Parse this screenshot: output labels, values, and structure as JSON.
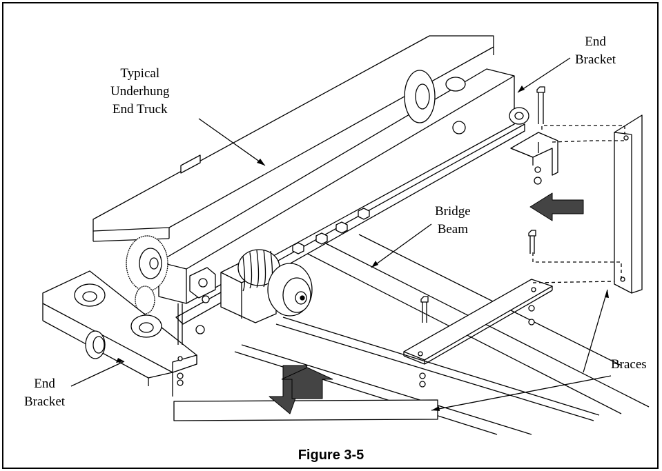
{
  "labels": {
    "end_bracket_top_line1": "End",
    "end_bracket_top_line2": "Bracket",
    "end_truck_line1": "Typical",
    "end_truck_line2": "Underhung",
    "end_truck_line3": "End Truck",
    "bridge_beam_line1": "Bridge",
    "bridge_beam_line2": "Beam",
    "end_bracket_left_line1": "End",
    "end_bracket_left_line2": "Bracket",
    "braces": "Braces"
  },
  "caption": "Figure 3-5"
}
